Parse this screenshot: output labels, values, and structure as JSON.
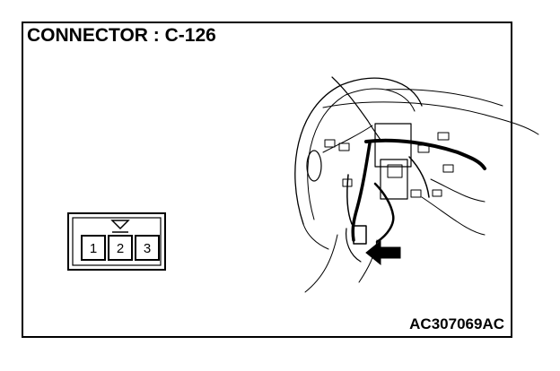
{
  "title": "CONNECTOR : C-126",
  "figure_code": "AC307069AC",
  "connector": {
    "pins": [
      "1",
      "2",
      "3"
    ]
  }
}
